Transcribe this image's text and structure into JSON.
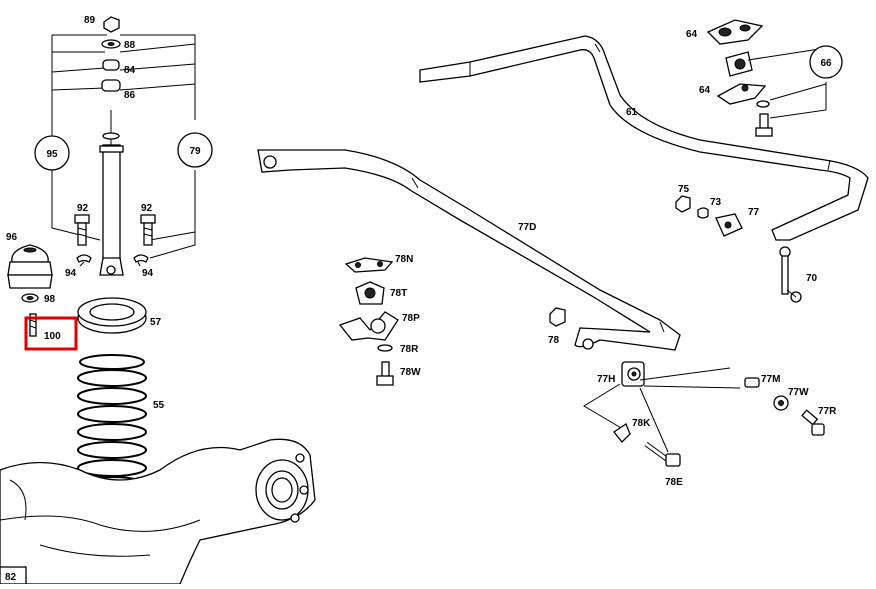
{
  "page_number": "82",
  "callouts": {
    "c95": "95",
    "c79": "79",
    "c66": "66"
  },
  "labels": {
    "l89": "89",
    "l88": "88",
    "l84": "84",
    "l86": "86",
    "l92a": "92",
    "l92b": "92",
    "l94a": "94",
    "l94b": "94",
    "l96": "96",
    "l98": "98",
    "l100": "100",
    "l57": "57",
    "l55": "55",
    "l64a": "64",
    "l64b": "64",
    "l61": "61",
    "l75": "75",
    "l73": "73",
    "l77": "77",
    "l70": "70",
    "l77D": "77D",
    "l78N": "78N",
    "l78T": "78T",
    "l78P": "78P",
    "l78R": "78R",
    "l78W": "78W",
    "l78": "78",
    "l77H": "77H",
    "l77M": "77M",
    "l77W": "77W",
    "l77R": "77R",
    "l78K": "78K",
    "l78E": "78E"
  },
  "highlight": {
    "target_label": "100",
    "color": "#e00000"
  }
}
